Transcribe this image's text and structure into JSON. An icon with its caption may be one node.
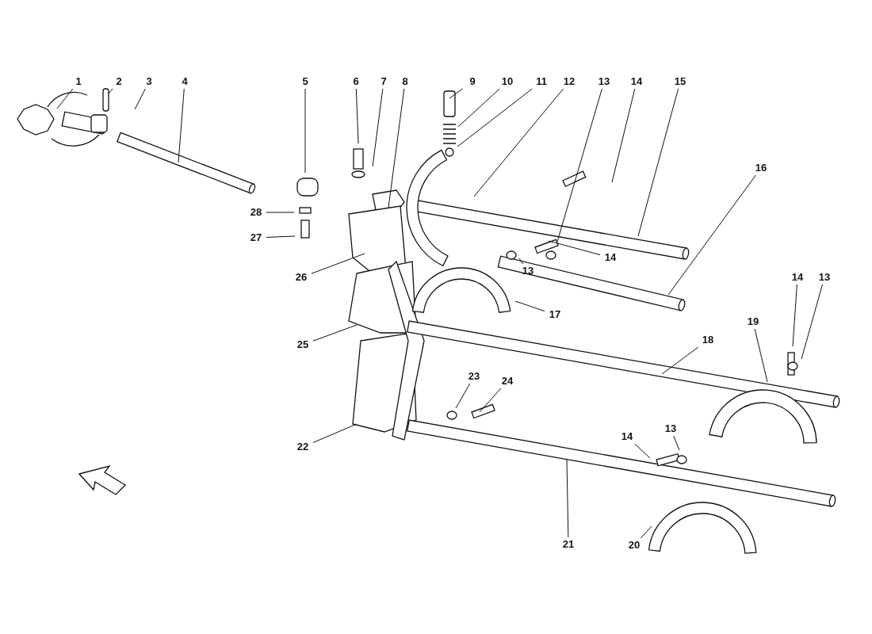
{
  "diagram": {
    "nodes": [
      {
        "text": [
          "1"
        ]
      },
      {
        "text": [
          "2"
        ]
      },
      {
        "text": [
          "3"
        ]
      },
      {
        "text": [
          "4"
        ]
      },
      {
        "text": [
          "5"
        ]
      },
      {
        "text": [
          "6"
        ]
      },
      {
        "text": [
          "7"
        ]
      },
      {
        "text": [
          "8"
        ]
      },
      {
        "text": [
          "9"
        ]
      },
      {
        "text": [
          "10"
        ]
      },
      {
        "text": [
          "11"
        ]
      },
      {
        "text": [
          "12"
        ]
      },
      {
        "text": [
          "13"
        ]
      },
      {
        "text": [
          "14"
        ]
      },
      {
        "text": [
          "15"
        ]
      },
      {
        "text": [
          "16"
        ]
      },
      {
        "text": [
          "28"
        ]
      },
      {
        "text": [
          "27"
        ]
      },
      {
        "text": [
          "13"
        ]
      },
      {
        "text": [
          "14"
        ]
      },
      {
        "text": [
          "14"
        ]
      },
      {
        "text": [
          "13"
        ]
      },
      {
        "text": [
          "26"
        ]
      },
      {
        "text": [
          "17"
        ]
      },
      {
        "text": [
          "25"
        ]
      },
      {
        "text": [
          "19"
        ]
      },
      {
        "text": [
          "18"
        ]
      },
      {
        "text": [
          "23"
        ]
      },
      {
        "text": [
          "24"
        ]
      },
      {
        "text": [
          "22"
        ]
      },
      {
        "text": [
          "14"
        ]
      },
      {
        "text": [
          "13"
        ]
      },
      {
        "text": [
          "21"
        ]
      },
      {
        "text": [
          "20"
        ]
      }
    ],
    "edges": [
      {
        "from": 0,
        "to": null,
        "arrow": "none"
      },
      {
        "from": 1,
        "to": null,
        "arrow": "none"
      },
      {
        "from": 2,
        "to": null,
        "arrow": "none"
      },
      {
        "from": 3,
        "to": null,
        "arrow": "none"
      },
      {
        "from": 4,
        "to": null,
        "arrow": "none"
      },
      {
        "from": 5,
        "to": null,
        "arrow": "none"
      },
      {
        "from": 6,
        "to": null,
        "arrow": "none"
      },
      {
        "from": 7,
        "to": null,
        "arrow": "none"
      },
      {
        "from": 8,
        "to": null,
        "arrow": "none"
      },
      {
        "from": 9,
        "to": null,
        "arrow": "none"
      },
      {
        "from": 10,
        "to": null,
        "arrow": "none"
      },
      {
        "from": 11,
        "to": null,
        "arrow": "none"
      },
      {
        "from": 12,
        "to": null,
        "arrow": "none"
      },
      {
        "from": 13,
        "to": null,
        "arrow": "none"
      },
      {
        "from": 14,
        "to": null,
        "arrow": "none"
      },
      {
        "from": 15,
        "to": null,
        "arrow": "none"
      },
      {
        "from": 16,
        "to": null,
        "arrow": "none"
      },
      {
        "from": 17,
        "to": null,
        "arrow": "none"
      },
      {
        "from": 18,
        "to": null,
        "arrow": "none"
      },
      {
        "from": 19,
        "to": null,
        "arrow": "none"
      },
      {
        "from": 20,
        "to": null,
        "arrow": "none"
      },
      {
        "from": 21,
        "to": null,
        "arrow": "none"
      },
      {
        "from": 22,
        "to": null,
        "arrow": "none"
      },
      {
        "from": 23,
        "to": null,
        "arrow": "none"
      },
      {
        "from": 24,
        "to": null,
        "arrow": "none"
      },
      {
        "from": 25,
        "to": null,
        "arrow": "none"
      },
      {
        "from": 26,
        "to": null,
        "arrow": "none"
      },
      {
        "from": 27,
        "to": null,
        "arrow": "none"
      },
      {
        "from": 28,
        "to": null,
        "arrow": "none"
      },
      {
        "from": 29,
        "to": null,
        "arrow": "none"
      },
      {
        "from": 30,
        "to": null,
        "arrow": "none"
      },
      {
        "from": 31,
        "to": null,
        "arrow": "none"
      },
      {
        "from": 32,
        "to": null,
        "arrow": "none"
      },
      {
        "from": 33,
        "to": null,
        "arrow": "none"
      }
    ]
  }
}
